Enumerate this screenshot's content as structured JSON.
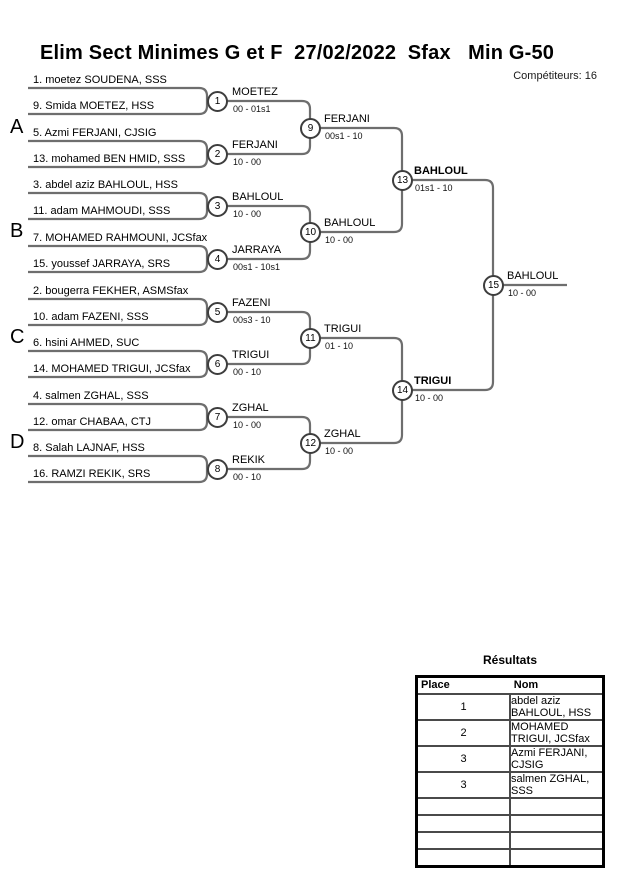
{
  "header": {
    "title": "Elim Sect Minimes G et F  27/02/2022  Sfax   Min G-50",
    "competitors_label": "Compétiteurs: 16"
  },
  "bracket": {
    "groups": [
      "A",
      "B",
      "C",
      "D"
    ],
    "players": [
      {
        "label": "1. moetez SOUDENA, SSS"
      },
      {
        "label": "9. Smida MOETEZ, HSS"
      },
      {
        "label": "5. Azmi FERJANI, CJSIG"
      },
      {
        "label": "13. mohamed BEN HMID, SSS"
      },
      {
        "label": "3. abdel aziz BAHLOUL, HSS"
      },
      {
        "label": "11. adam MAHMOUDI, SSS"
      },
      {
        "label": "7. MOHAMED RAHMOUNI, JCSfax"
      },
      {
        "label": "15. youssef JARRAYA, SRS"
      },
      {
        "label": "2. bougerra FEKHER, ASMSfax"
      },
      {
        "label": "10. adam FAZENI, SSS"
      },
      {
        "label": "6. hsini AHMED, SUC"
      },
      {
        "label": "14. MOHAMED TRIGUI, JCSfax"
      },
      {
        "label": "4. salmen ZGHAL, SSS"
      },
      {
        "label": "12. omar CHABAA, CTJ"
      },
      {
        "label": "8. Salah LAJNAF, HSS"
      },
      {
        "label": "16. RAMZI REKIK, SRS"
      }
    ],
    "matches": [
      {
        "num": "1",
        "winner": "MOETEZ",
        "score": "00 - 01s1"
      },
      {
        "num": "2",
        "winner": "FERJANI",
        "score": "10 - 00"
      },
      {
        "num": "3",
        "winner": "BAHLOUL",
        "score": "10 - 00"
      },
      {
        "num": "4",
        "winner": "JARRAYA",
        "score": "00s1 - 10s1"
      },
      {
        "num": "5",
        "winner": "FAZENI",
        "score": "00s3 - 10"
      },
      {
        "num": "6",
        "winner": "TRIGUI",
        "score": "00 - 10"
      },
      {
        "num": "7",
        "winner": "ZGHAL",
        "score": "10 - 00"
      },
      {
        "num": "8",
        "winner": "REKIK",
        "score": "00 - 10"
      },
      {
        "num": "9",
        "winner": "FERJANI",
        "score": "00s1 - 10"
      },
      {
        "num": "10",
        "winner": "BAHLOUL",
        "score": "10 - 00"
      },
      {
        "num": "11",
        "winner": "TRIGUI",
        "score": "01 - 10"
      },
      {
        "num": "12",
        "winner": "ZGHAL",
        "score": "10 - 00"
      },
      {
        "num": "13",
        "winner": "BAHLOUL",
        "score": "01s1 - 10"
      },
      {
        "num": "14",
        "winner": "TRIGUI",
        "score": "10 - 00"
      },
      {
        "num": "15",
        "winner": "BAHLOUL",
        "score": "10 - 00"
      }
    ]
  },
  "results": {
    "title": "Résultats",
    "columns": [
      "Place",
      "Nom"
    ],
    "rows": [
      {
        "place": "1",
        "name": "abdel aziz BAHLOUL, HSS"
      },
      {
        "place": "2",
        "name": "MOHAMED TRIGUI, JCSfax"
      },
      {
        "place": "3",
        "name": "Azmi FERJANI, CJSIG"
      },
      {
        "place": "3",
        "name": "salmen ZGHAL, SSS"
      },
      {
        "place": "",
        "name": ""
      },
      {
        "place": "",
        "name": ""
      },
      {
        "place": "",
        "name": ""
      },
      {
        "place": "",
        "name": ""
      }
    ]
  }
}
